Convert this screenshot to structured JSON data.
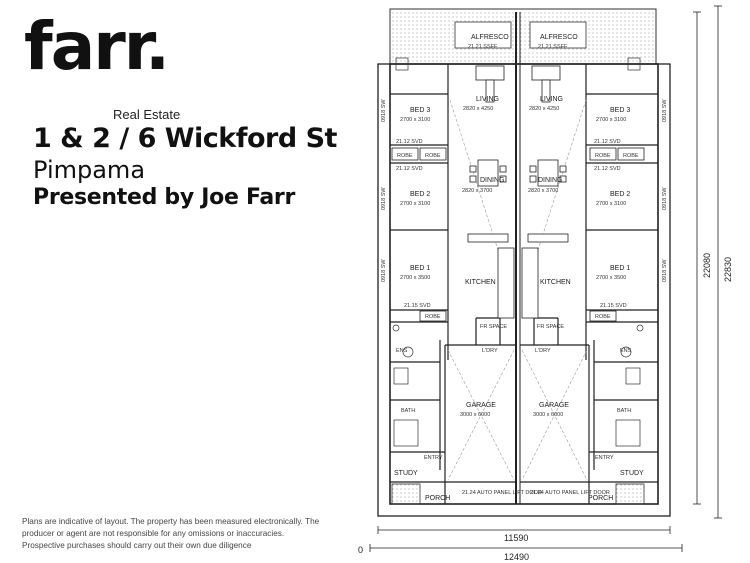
{
  "brand": {
    "logo": "farr.",
    "tagline": "Real Estate"
  },
  "listing": {
    "address": "1 & 2 / 6 Wickford St",
    "suburb": "Pimpama",
    "presenter": "Presented by Joe Farr"
  },
  "disclaimer": "Plans are indicative of layout. The property has been measured electronically. The producer or agent are not responsible for any omissions or inaccuracies. Prospective purchases should carry out their own due diligence",
  "plan": {
    "alfresco": "ALFRESCO",
    "alfresco_level": "21.21 SSFF",
    "living": "LIVING",
    "living_dims": "2820 x 4250",
    "dining": "DINING",
    "dining_dims": "2820 x 3700",
    "kitchen": "KITCHEN",
    "bed3": "BED 3",
    "bed3_dims": "2700 x 3100",
    "bed2": "BED 2",
    "bed2_dims": "2700 x 3100",
    "bed1": "BED 1",
    "bed1_dims": "2700 x 3500",
    "robe": "ROBE",
    "ens": "ENS",
    "bath": "BATH",
    "ldry": "L'DRY",
    "fr_space": "FR SPACE",
    "garage": "GARAGE",
    "garage_dims": "3000 x 6000",
    "entry": "ENTRY",
    "study": "STUDY",
    "porch": "PORCH",
    "auto_door": "21.24 AUTO PANEL LIFT DOOR",
    "level_svd_1": "21.12 SVD",
    "level_svd_2": "21.15 SVD",
    "sw_mark": "0918 SW",
    "dim_width_inner": "11590",
    "dim_width_outer": "12490",
    "dim_height_inner": "22080",
    "dim_height_outer": "22830",
    "dim_corner": "0"
  }
}
